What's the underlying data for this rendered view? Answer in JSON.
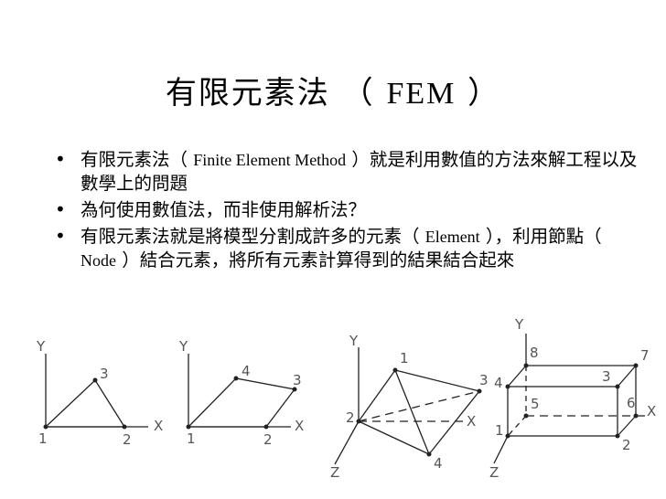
{
  "slide": {
    "title_cjk": "有限元素法 （ ",
    "title_latin": "FEM",
    "title_close": " ）"
  },
  "bullets": [
    {
      "prefix": "有限元素法（ ",
      "latin": "Finite Element Method",
      "suffix": " ）就是利用數值的方法來解工程以及數學上的問題"
    },
    {
      "text": "為何使用數值法，而非使用解析法？"
    },
    {
      "part1": "有限元素法就是將模型分割成許多的元素（ ",
      "latin1": "Element",
      "part2": " ），利用節點（ ",
      "latin2": "Node",
      "part3": " ）結合元素，將所有元素計算得到的結果結合起來"
    }
  ],
  "bullet_symbol": "•",
  "diagrams": {
    "triangle": {
      "axis_y": "Y",
      "axis_x": "X",
      "nodes": [
        "1",
        "2",
        "3"
      ]
    },
    "quad": {
      "axis_y": "Y",
      "axis_x": "X",
      "nodes": [
        "1",
        "2",
        "3",
        "4"
      ]
    },
    "tetra": {
      "axis_y": "Y",
      "axis_x": "X",
      "axis_z": "Z",
      "nodes": [
        "1",
        "2",
        "3",
        "4"
      ]
    },
    "hexa": {
      "axis_y": "Y",
      "axis_x": "X",
      "axis_z": "Z",
      "nodes": [
        "1",
        "2",
        "3",
        "4",
        "5",
        "6",
        "7",
        "8"
      ]
    }
  }
}
